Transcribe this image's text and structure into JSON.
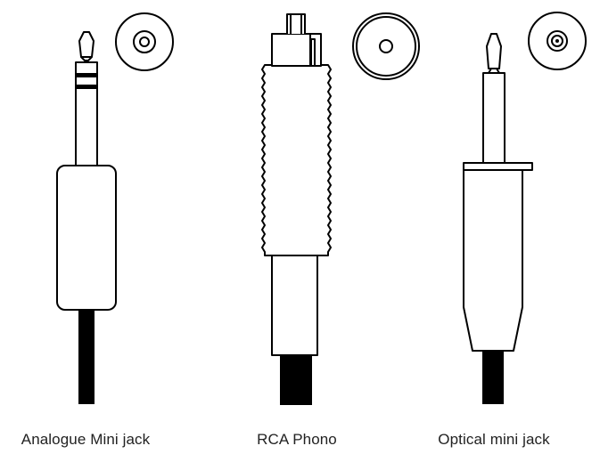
{
  "connectors": [
    {
      "id": "analogue",
      "label": "Analogue Mini jack",
      "end_view_icon": "concentric-circles-icon"
    },
    {
      "id": "rca",
      "label": "RCA Phono",
      "end_view_icon": "ring-circle-icon"
    },
    {
      "id": "optical",
      "label": "Optical mini jack",
      "end_view_icon": "concentric-circles-icon"
    }
  ],
  "colors": {
    "line": "#000000",
    "cable": "#000000",
    "background": "#ffffff",
    "text": "#222222"
  }
}
